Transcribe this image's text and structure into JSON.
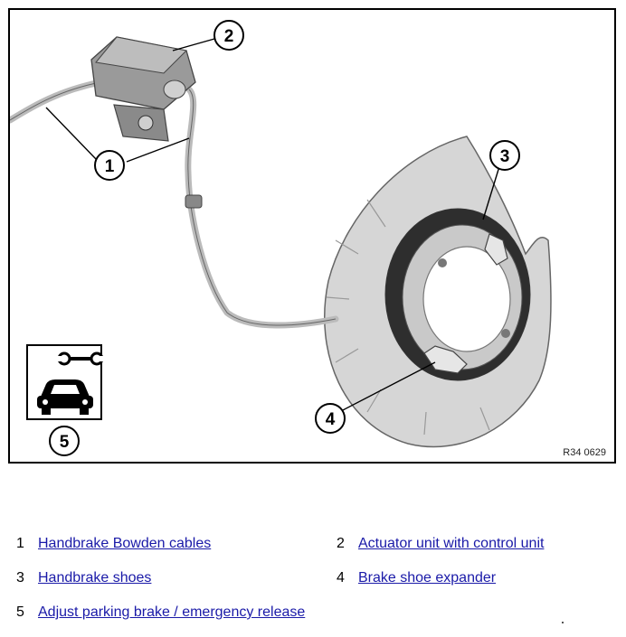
{
  "figure": {
    "code": "R34 0629",
    "callouts": [
      "1",
      "2",
      "3",
      "4",
      "5"
    ]
  },
  "legend": [
    {
      "num": "1",
      "label": "Handbrake Bowden cables"
    },
    {
      "num": "2",
      "label": "Actuator unit with control unit"
    },
    {
      "num": "3",
      "label": "Handbrake shoes"
    },
    {
      "num": "4",
      "label": "Brake shoe expander"
    },
    {
      "num": "5",
      "label": "Adjust parking brake / emergency release"
    }
  ],
  "colors": {
    "link": "#1a1aa8",
    "frame": "#000000",
    "part_fill": "#dcdcdc"
  }
}
